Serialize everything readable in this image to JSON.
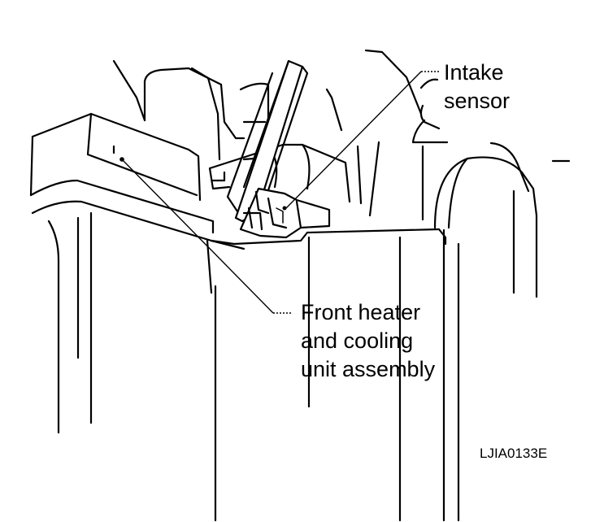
{
  "callouts": {
    "intake_sensor": [
      "Intake",
      "sensor"
    ],
    "front_heater": [
      "Front heater",
      "and cooling",
      "unit assembly"
    ]
  },
  "figure_code": "LJIA0133E"
}
